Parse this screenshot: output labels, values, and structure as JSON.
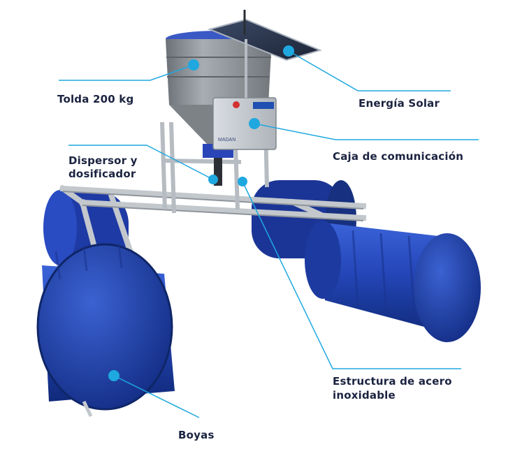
{
  "labels": {
    "tolda": "Tolda 200 kg",
    "energia": "Energía Solar",
    "caja": "Caja de comunicación",
    "dispersor_1": "Dispersor y",
    "dispersor_2": "dosificador",
    "estructura_1": "Estructura de acero",
    "estructura_2": "inoxidable",
    "boyas": "Boyas"
  },
  "panel_brand": "MADAN",
  "colors": {
    "label_text": "#1b2340",
    "callout_dot": "#1fa8e0",
    "callout_line": "#1fa8e0",
    "buoy_blue": "#1f3fb0",
    "hopper_gray": "#8e9398",
    "frame_steel": "#c8cdd2"
  }
}
